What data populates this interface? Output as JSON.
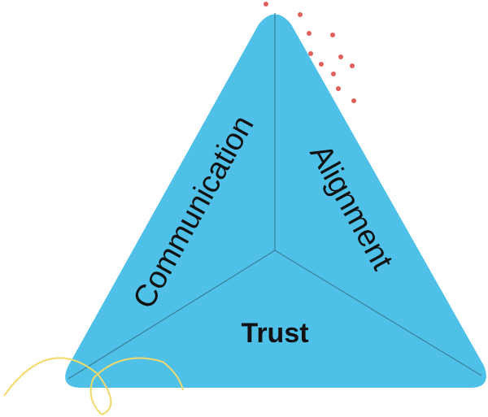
{
  "diagram": {
    "sections": [
      {
        "label": "Communication"
      },
      {
        "label": "Alignment"
      },
      {
        "label": "Trust"
      }
    ],
    "colors": {
      "fill": "#4fc1e8",
      "divider": "#3b7f9a",
      "dots": "#e0605a",
      "swirl": "#f5d86a",
      "text": "#111111"
    }
  }
}
